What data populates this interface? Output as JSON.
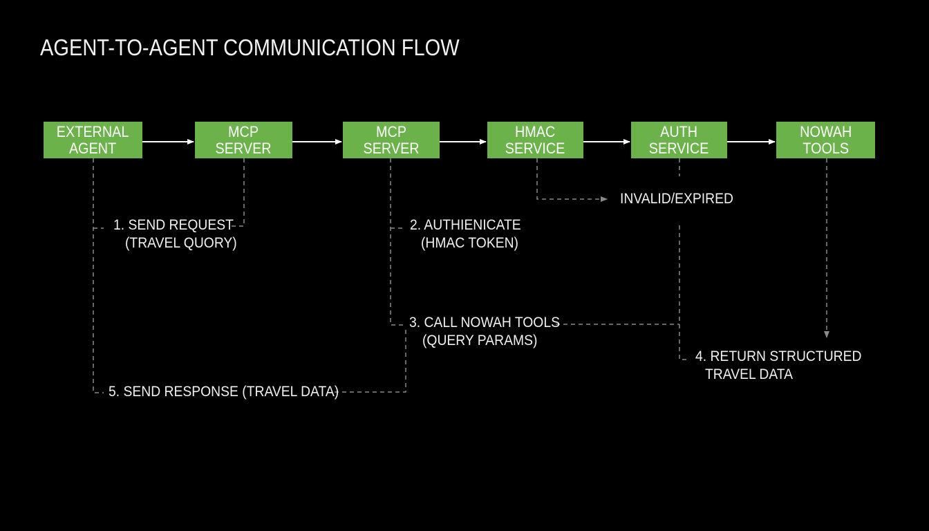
{
  "title": "AGENT-TO-AGENT COMMUNICATION FLOW",
  "colors": {
    "node_fill": "#6bb24a",
    "background": "#000000",
    "line": "#ffffff",
    "dashed": "#8a8a8a"
  },
  "nodes": [
    {
      "id": "external-agent",
      "line1": "EXTERNAL",
      "line2": "AGENT"
    },
    {
      "id": "mcp-server-1",
      "line1": "MCP",
      "line2": "SERVER"
    },
    {
      "id": "mcp-server-2",
      "line1": "MCP",
      "line2": "SERVER"
    },
    {
      "id": "hmac-service",
      "line1": "HMAC",
      "line2": "SERVICE"
    },
    {
      "id": "auth-service",
      "line1": "AUTH",
      "line2": "SERVICE"
    },
    {
      "id": "nowah-tools",
      "line1": "NOWAH",
      "line2": "TOOLS"
    }
  ],
  "labels": {
    "invalid": "INVALID/EXPIRED",
    "step1_line1": "1. SEND REQUEST",
    "step1_line2": "(TRAVEL QUORY)",
    "step2_line1": "2. AUTHIENICATE",
    "step2_line2": "(HMAC TOKEN)",
    "step3_line1": "3. CALL NOWAH TOOLS",
    "step3_line2": "(QUERY PARAMS)",
    "step4_line1": "4. RETURN STRUCTURED",
    "step4_line2": "TRAVEL DATA",
    "step5": "5. SEND RESPONSE (TRAVEL DATA)"
  }
}
